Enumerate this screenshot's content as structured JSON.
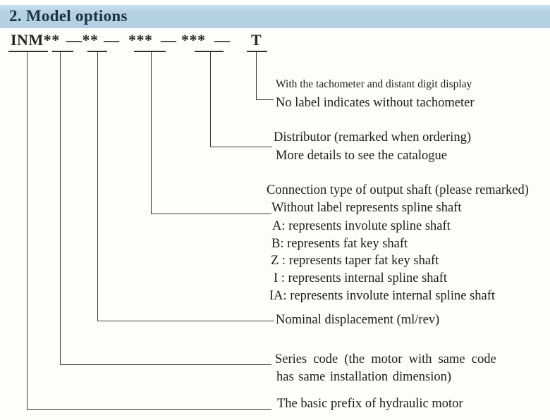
{
  "header": {
    "title": "2. Model options"
  },
  "model_code": {
    "parts": [
      "INM**",
      "—**",
      "—",
      "***",
      "—",
      "***",
      "—",
      "T"
    ]
  },
  "labels": {
    "tachometer_line1": "With the tachometer and distant digit display",
    "tachometer_line2": "No label indicates without tachometer",
    "distributor_line1": "Distributor (remarked when ordering)",
    "distributor_line2": "More details to see the catalogue",
    "connection_line1": "Connection type of output shaft (please remarked)",
    "connection_line2": "Without label represents spline shaft",
    "connection_a": "A: represents involute spline shaft",
    "connection_b": "B: represents fat key shaft",
    "connection_z": "Z : represents taper fat key shaft",
    "connection_i": "I : represents internal spline shaft",
    "connection_ia": "IA: represents involute internal spline shaft",
    "displacement": "Nominal displacement (ml/rev)",
    "series_line1": "Series code (the motor with same code",
    "series_line2": "has same installation dimension)",
    "prefix": "The basic prefix of hydraulic motor"
  },
  "colors": {
    "header_bg": "#b4d0e3",
    "header_text": "#1e3246",
    "line": "#3a3a3a",
    "text": "#1c1c1c",
    "background": "#fdfdfb"
  }
}
